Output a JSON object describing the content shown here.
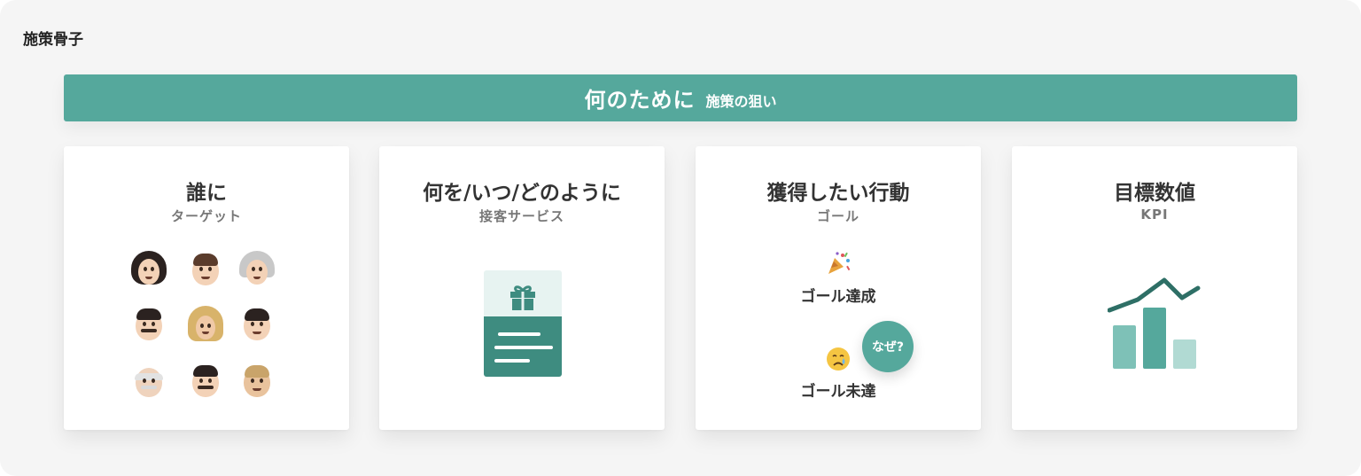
{
  "page": {
    "title": "施策骨子"
  },
  "banner": {
    "main": "何のために",
    "sub": "施策の狙い"
  },
  "cards": [
    {
      "title": "誰に",
      "subtitle": "ターゲット",
      "illustration": "faces-grid-icon"
    },
    {
      "title": "何を/いつ/どのように",
      "subtitle": "接客サービス",
      "illustration": "gift-card-icon"
    },
    {
      "title": "獲得したい行動",
      "subtitle": "ゴール",
      "goal_success": "ゴール達成",
      "goal_fail": "ゴール未達",
      "why_label": "なぜ?"
    },
    {
      "title": "目標数値",
      "subtitle": "KPI",
      "illustration": "kpi-chart-icon"
    }
  ],
  "colors": {
    "accent": "#55a89c",
    "accent_dark": "#3e8c80",
    "accent_light": "#a9d5ce"
  }
}
